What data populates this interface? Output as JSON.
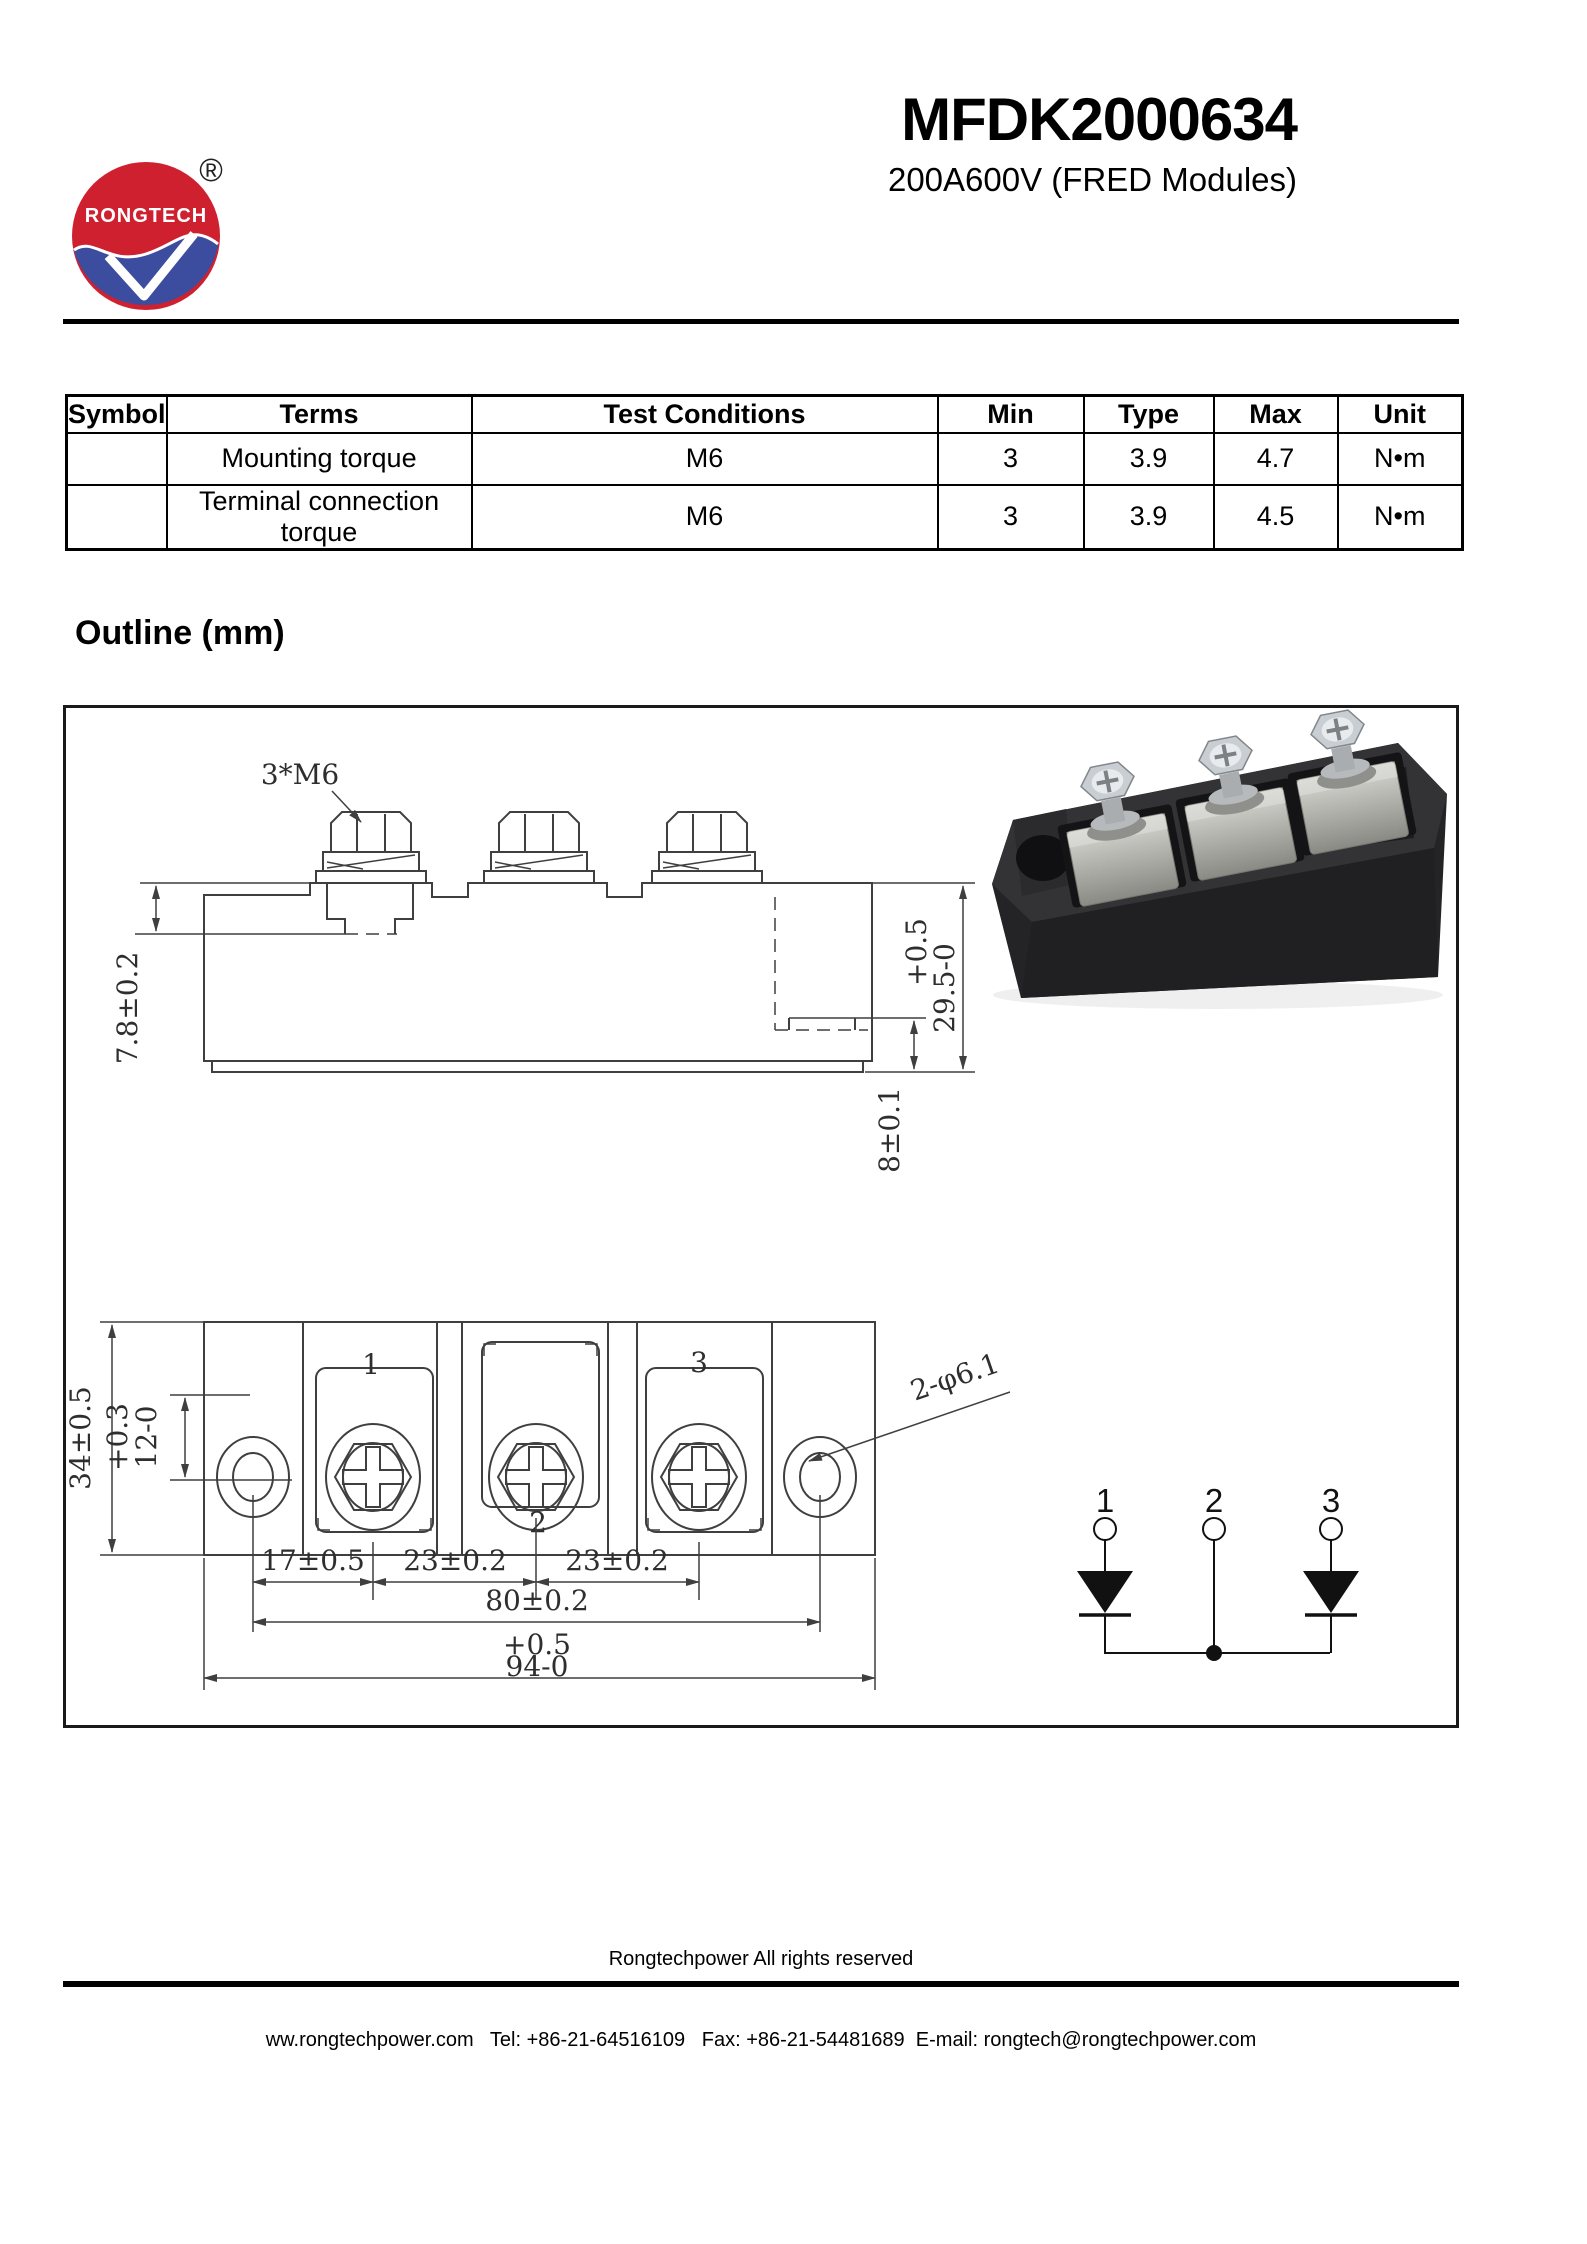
{
  "header": {
    "brand": "RONGTECH",
    "registered_mark": "®",
    "part_number": "MFDK2000634",
    "subtitle": "200A600V (FRED Modules)"
  },
  "spec_table": {
    "columns": [
      "Symbol",
      "Terms",
      "Test Conditions",
      "Min",
      "Type",
      "Max",
      "Unit"
    ],
    "rows": [
      {
        "symbol": "",
        "terms": "Mounting torque",
        "test_conditions": "M6",
        "min": "3",
        "type": "3.9",
        "max": "4.7",
        "unit": "N•m"
      },
      {
        "symbol": "",
        "terms": "Terminal connection torque",
        "test_conditions": "M6",
        "min": "3",
        "type": "3.9",
        "max": "4.5",
        "unit": "N•m"
      }
    ]
  },
  "outline": {
    "heading": "Outline (mm)",
    "side_view": {
      "bolt_label": "3*M6",
      "lid_height": "7.8±0.2",
      "total_height_tol": "+0.5",
      "total_height": "29.5-0",
      "base_height": "8±0.1"
    },
    "top_view": {
      "body_width": "34±0.5",
      "hole_offset_tol": "+0.3",
      "hole_offset": "12-0",
      "pitch_hole_to_t1": "17±0.5",
      "pitch_t1_t2": "23±0.2",
      "pitch_t2_t3": "23±0.2",
      "hole_span": "80±0.2",
      "total_length_tol": "+0.5",
      "total_length": "94-0",
      "hole_diameter": "2-φ6.1",
      "terminal_1": "1",
      "terminal_2": "2",
      "terminal_3": "3"
    },
    "circuit": {
      "terminal_1": "1",
      "terminal_2": "2",
      "terminal_3": "3"
    }
  },
  "footer": {
    "line1": "Rongtechpower All rights reserved",
    "line2": "ww.rongtechpower.com   Tel: +86-21-64516109   Fax: +86-21-54481689  E-mail: rongtech@rongtechpower.com"
  }
}
